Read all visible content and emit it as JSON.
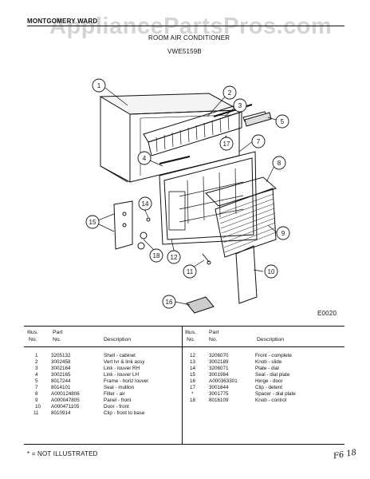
{
  "header": {
    "brand": "MONTGOMERY WARD",
    "title": "ROOM AIR CONDITIONER",
    "model": "VWE5159B",
    "watermark": "AppliancePartsPros.com"
  },
  "diagram": {
    "code": "E0020",
    "callouts": [
      "1",
      "2",
      "3",
      "4",
      "5",
      "7",
      "8",
      "9",
      "10",
      "11",
      "12",
      "14",
      "15",
      "16",
      "17",
      "18"
    ]
  },
  "table": {
    "headers": {
      "illus": "Illus.",
      "no": "No.",
      "part": "Part",
      "desc": "Description"
    },
    "left": [
      {
        "illus": "1",
        "part": "3205132",
        "desc": "Shell - cabinet"
      },
      {
        "illus": "2",
        "part": "3002458",
        "desc": "Vert lvr & link assy"
      },
      {
        "illus": "3",
        "part": "3002164",
        "desc": "Link - louver RH"
      },
      {
        "illus": "4",
        "part": "3002165",
        "desc": "Link - louver LH"
      },
      {
        "illus": "5",
        "part": "8017244",
        "desc": "Frame - horiz louver"
      },
      {
        "illus": "7",
        "part": "8014101",
        "desc": "Seal - mullion"
      },
      {
        "illus": "8",
        "part": "A000124806",
        "desc": "Filter - air"
      },
      {
        "illus": "9",
        "part": "A000047805",
        "desc": "Panel - front"
      },
      {
        "illus": "10",
        "part": "A000471105",
        "desc": "Door - front"
      },
      {
        "illus": "11",
        "part": "8010914",
        "desc": "Clip - front to base"
      }
    ],
    "right": [
      {
        "illus": "12",
        "part": "3206070",
        "desc": "Front - complete"
      },
      {
        "illus": "13",
        "part": "3002189",
        "desc": "Knob - slide"
      },
      {
        "illus": "14",
        "part": "3206071",
        "desc": "Plate - dial"
      },
      {
        "illus": "15",
        "part": "3001984",
        "desc": "Seal - dial plate"
      },
      {
        "illus": "16",
        "part": "A000363301",
        "desc": "Hinge - door"
      },
      {
        "illus": "17",
        "part": "3001844",
        "desc": "Clip - detent"
      },
      {
        "illus": "*",
        "part": "3001775",
        "desc": "Spacer - dial plate"
      },
      {
        "illus": "18",
        "part": "8016109",
        "desc": "Knob - control"
      }
    ]
  },
  "footer": {
    "note": "* = NOT ILLUSTRATED",
    "handwritten": "F6 18"
  }
}
